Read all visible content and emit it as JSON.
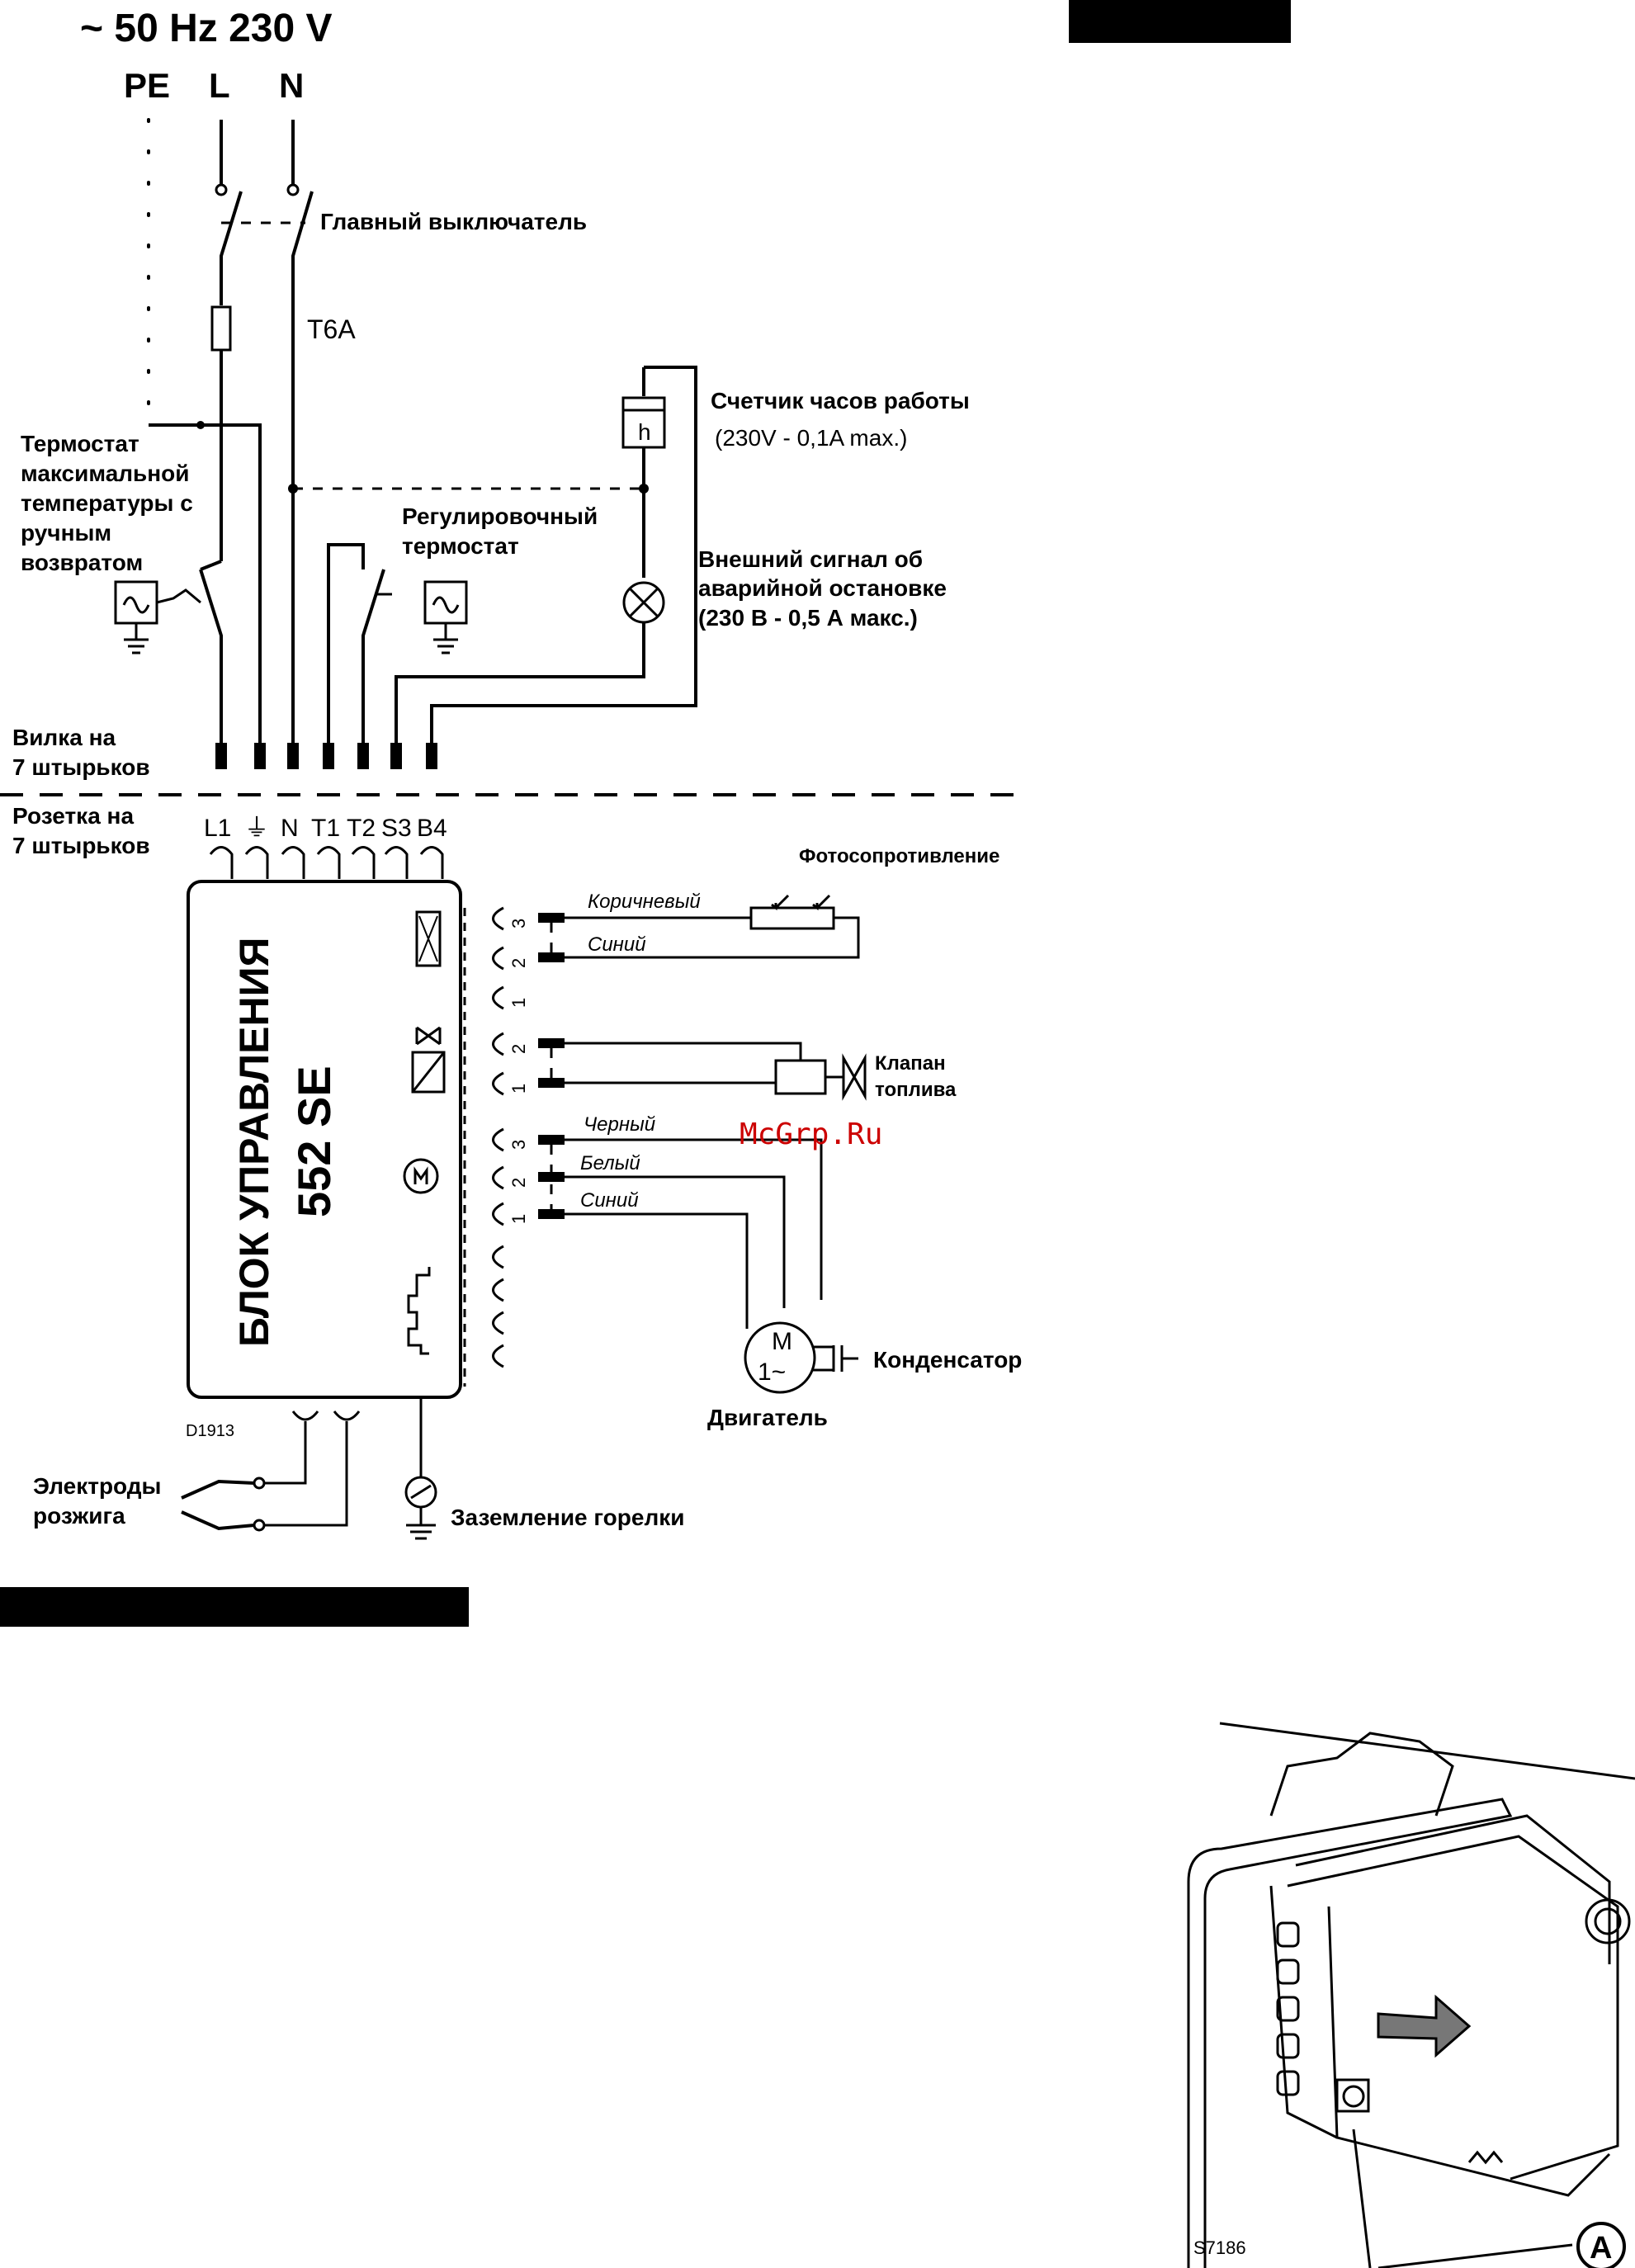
{
  "supply": {
    "header": "~ 50 Hz  230 V",
    "pe": "PE",
    "l": "L",
    "n": "N"
  },
  "labels": {
    "main_switch": "Главный выключатель",
    "fuse": "T6A",
    "hour_counter_1": "Счетчик часов работы",
    "hour_counter_2": "(230V - 0,1A max.)",
    "hour_symbol": "h",
    "max_thermostat": [
      "Термостат",
      "максимальной",
      "температуры с",
      "ручным",
      "возвратом"
    ],
    "control_thermostat": [
      "Регулировочный",
      "термостат"
    ],
    "alarm": [
      "Внешний сигнал об",
      "аварийной остановке",
      "(230 В - 0,5 А макс.)"
    ],
    "plug": [
      "Вилка на",
      "7 штырьков"
    ],
    "socket": [
      "Розетка на",
      "7 штырьков"
    ],
    "terminals": [
      "L1",
      "⏚",
      "N",
      "T1",
      "T2",
      "S3",
      "B4"
    ],
    "photoresistor": "Фотосопротивление",
    "wire_brown": "Коричневый",
    "wire_blue": "Синий",
    "fuel_valve": [
      "Клапан",
      "топлива"
    ],
    "wire_black": "Черный",
    "wire_white": "Белый",
    "wire_blue2": "Синий",
    "capacitor": "Конденсатор",
    "motor": "Двигатель",
    "motor_symbol": "M",
    "motor_phase": "1~",
    "control_unit_1": "БЛОК УПРАВЛЕНИЯ",
    "control_unit_2": "552 SE",
    "diagram_code": "D1913",
    "electrodes": [
      "Электроды",
      "розжига"
    ],
    "burner_ground": "Заземление горелки",
    "watermark": "McGrp.Ru",
    "photo_code": "S7186",
    "callout": "A"
  }
}
